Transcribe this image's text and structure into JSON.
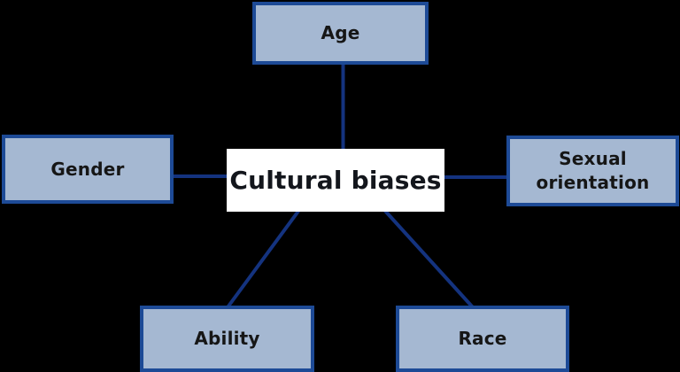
{
  "diagram": {
    "center": {
      "label": "Cultural biases"
    },
    "nodes": [
      {
        "id": "age",
        "label": "Age"
      },
      {
        "id": "gender",
        "label": "Gender"
      },
      {
        "id": "sexual-orientation",
        "label": "Sexual orientation"
      },
      {
        "id": "ability",
        "label": "Ability"
      },
      {
        "id": "race",
        "label": "Race"
      }
    ],
    "colors": {
      "background": "#000000",
      "node_fill": "#a5b8d2",
      "node_border": "#1d4a96",
      "connector": "#14337f",
      "center_background": "#ffffff",
      "label_text": "#161616"
    }
  }
}
